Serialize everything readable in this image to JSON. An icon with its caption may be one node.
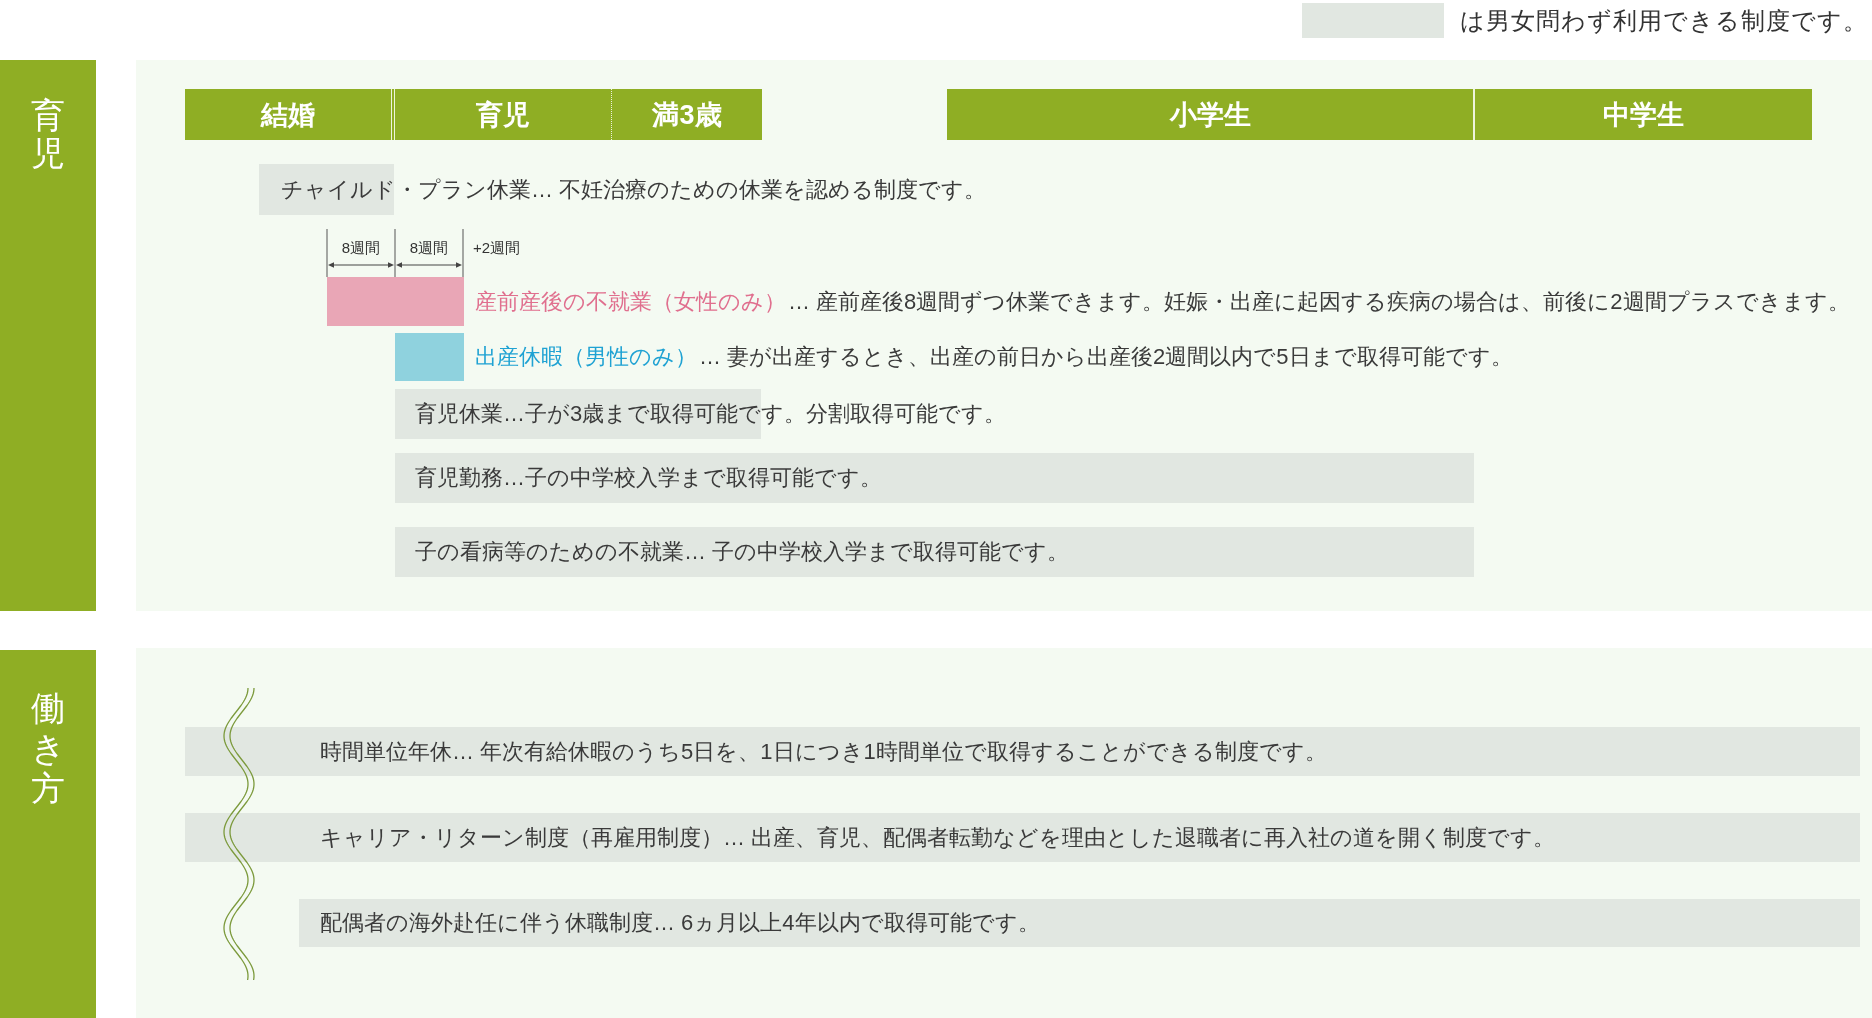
{
  "diagram": {
    "nodes": [
      {
        "text": [
          "育児"
        ]
      },
      {
        "text": [
          "結婚"
        ]
      },
      {
        "text": [
          "育児"
        ]
      },
      {
        "text": [
          "満3歳"
        ]
      },
      {
        "text": [
          "小学生"
        ]
      },
      {
        "text": [
          "中学生"
        ]
      },
      {
        "text": [
          "チャイルド・プラン休業… 不妊治療のための休業を認める制度です。"
        ]
      },
      {
        "text": [],
        "shape": "bar",
        "beside": [
          "産前産後の不就業（女性のみ）",
          "… 産前産後8週間ずつ休業できます。妊娠・出産に起因する疾病の場合は、前後に2週間プラスできます。"
        ]
      },
      {
        "text": [],
        "shape": "bar",
        "beside": [
          "出産休暇（男性のみ）",
          "… 妻が出産するとき、出産の前日から出産後2週間以内で5日まで取得可能です。"
        ]
      },
      {
        "text": [
          "育児休業…子が3歳まで取得可能です。分割取得可能です。"
        ]
      },
      {
        "text": [
          "育児勤務…子の中学校入学まで取得可能です。"
        ]
      },
      {
        "text": [
          "子の看病等のための不就業… 子の中学校入学まで取得可能です。"
        ]
      },
      {
        "text": [
          "働き方"
        ]
      },
      {
        "text": [
          "時間単位年休… 年次有給休暇のうち5日を、1日につき1時間単位で取得することができる制度です。"
        ]
      },
      {
        "text": [
          "キャリア・リターン制度（再雇用制度）… 出産、育児、配偶者転勤などを理由とした退職者に再入社の道を開く制度です。"
        ]
      },
      {
        "text": [
          "配偶者の海外赴任に伴う休職制度… 6ヵ月以上4年以内で取得可能です。"
        ]
      }
    ],
    "labels": [
      "8週間",
      "8週間",
      "+2週間"
    ],
    "legend": [
      {
        "text": "は男女問わず利用できる制度です。",
        "color": "#e1e7e1"
      }
    ]
  }
}
